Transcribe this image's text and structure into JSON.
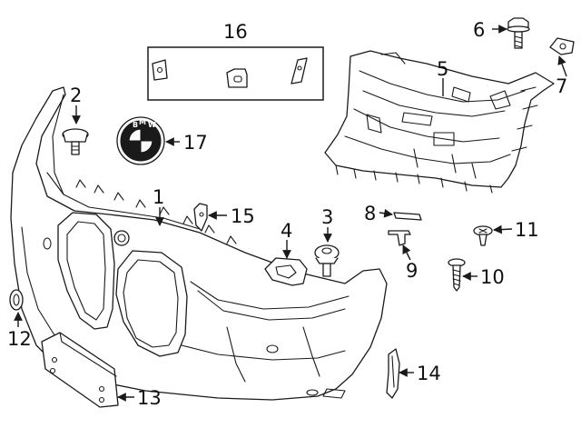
{
  "diagram": {
    "type": "parts-breakdown",
    "callouts": [
      {
        "id": "c1",
        "label": "1"
      },
      {
        "id": "c2",
        "label": "2"
      },
      {
        "id": "c3",
        "label": "3"
      },
      {
        "id": "c4",
        "label": "4"
      },
      {
        "id": "c5",
        "label": "5"
      },
      {
        "id": "c6",
        "label": "6"
      },
      {
        "id": "c7",
        "label": "7"
      },
      {
        "id": "c8",
        "label": "8"
      },
      {
        "id": "c9",
        "label": "9"
      },
      {
        "id": "c10",
        "label": "10"
      },
      {
        "id": "c11",
        "label": "11"
      },
      {
        "id": "c12",
        "label": "12"
      },
      {
        "id": "c13",
        "label": "13"
      },
      {
        "id": "c14",
        "label": "14"
      },
      {
        "id": "c15",
        "label": "15"
      },
      {
        "id": "c16",
        "label": "16"
      },
      {
        "id": "c17",
        "label": "17"
      }
    ],
    "colors": {
      "line": "#1a1a1a",
      "background": "#ffffff"
    }
  }
}
